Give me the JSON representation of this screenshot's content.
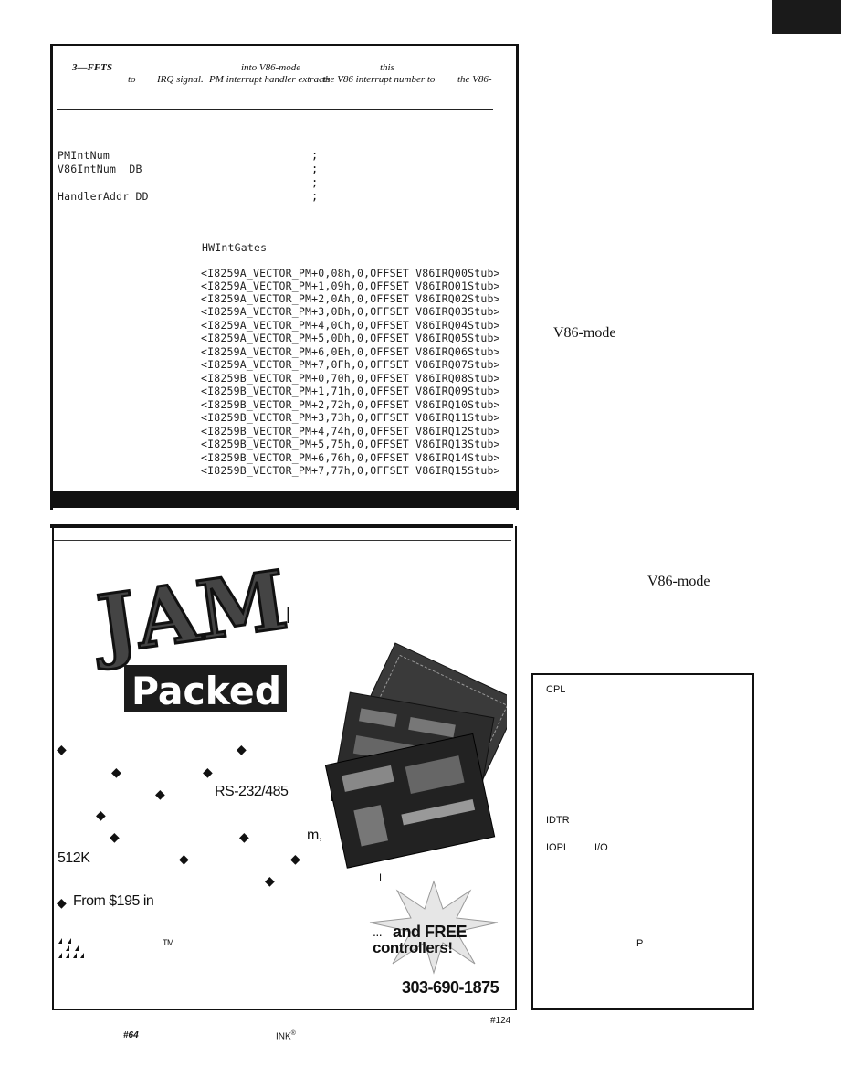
{
  "caption": {
    "line1": [
      {
        "text": "3—FFTS",
        "bold": true
      },
      {
        "text": "into V86-mode"
      },
      {
        "text": "this"
      }
    ],
    "line2": [
      {
        "text": "to"
      },
      {
        "text": "IRQ signal."
      },
      {
        "text": "PM interrupt handler extracts"
      },
      {
        "text": "the V86 interrupt number to"
      },
      {
        "text": "the V86-"
      }
    ]
  },
  "listing": {
    "header_lines": [
      {
        "label": "PMIntNum",
        "colon": ";"
      },
      {
        "label": "V86IntNum  DB",
        "colon": ";"
      },
      {
        "label": "",
        "colon": ";"
      },
      {
        "label": "HandlerAddr DD",
        "colon": ";"
      }
    ],
    "table_name": "HWIntGates",
    "gate_lines": [
      "<I8259A_VECTOR_PM+0,08h,0,OFFSET V86IRQ00Stub>",
      "<I8259A_VECTOR_PM+1,09h,0,OFFSET V86IRQ01Stub>",
      "<I8259A_VECTOR_PM+2,0Ah,0,OFFSET V86IRQ02Stub>",
      "<I8259A_VECTOR_PM+3,0Bh,0,OFFSET V86IRQ03Stub>",
      "<I8259A_VECTOR_PM+4,0Ch,0,OFFSET V86IRQ04Stub>",
      "<I8259A_VECTOR_PM+5,0Dh,0,OFFSET V86IRQ05Stub>",
      "<I8259A_VECTOR_PM+6,0Eh,0,OFFSET V86IRQ06Stub>",
      "<I8259A_VECTOR_PM+7,0Fh,0,OFFSET V86IRQ07Stub>",
      "<I8259B_VECTOR_PM+0,70h,0,OFFSET V86IRQ08Stub>",
      "<I8259B_VECTOR_PM+1,71h,0,OFFSET V86IRQ09Stub>",
      "<I8259B_VECTOR_PM+2,72h,0,OFFSET V86IRQ10Stub>",
      "<I8259B_VECTOR_PM+3,73h,0,OFFSET V86IRQ11Stub>",
      "<I8259B_VECTOR_PM+4,74h,0,OFFSET V86IRQ12Stub>",
      "<I8259B_VECTOR_PM+5,75h,0,OFFSET V86IRQ13Stub>",
      "<I8259B_VECTOR_PM+6,76h,0,OFFSET V86IRQ14Stub>",
      "<I8259B_VECTOR_PM+7,77h,0,OFFSET V86IRQ15Stub>"
    ]
  },
  "ad": {
    "logo_jam": "JAM",
    "logo_packed": "Packed",
    "cursor_bar": "|",
    "features": [
      "RS-232/485",
      "m,",
      "512K",
      "From $195 in",
      "I"
    ],
    "burst_lines": [
      "and FREE",
      "controllers!"
    ],
    "burst_prefix": "...",
    "tm": "TM",
    "phone": "303-690-1875",
    "colors": {
      "ink": "#111111",
      "logo_bg": "#1c1c1c",
      "logo_text": "#ffffff"
    }
  },
  "sidebar": {
    "v86_label_1": "V86-mode",
    "v86_label_2": "V86-mode",
    "box_items": [
      "CPL",
      "IDTR",
      "IOPL",
      "I/O",
      "P"
    ]
  },
  "footer": {
    "reader_64": "#64",
    "ink": "INK",
    "ink_sup": "®",
    "reader_124": "#124"
  }
}
